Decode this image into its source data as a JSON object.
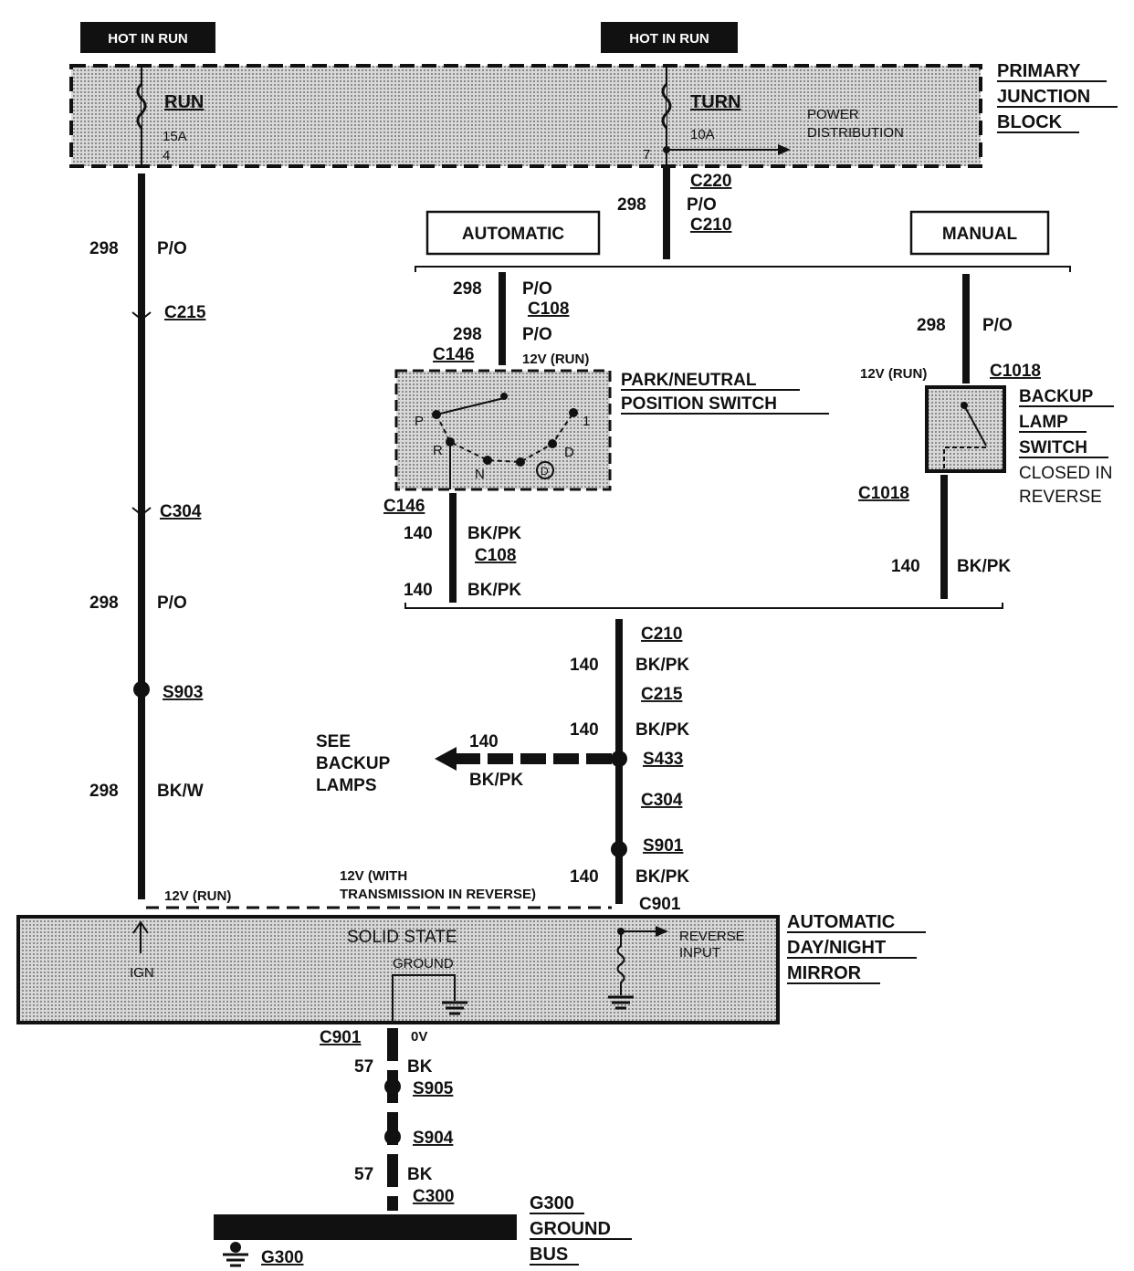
{
  "hot_in_run_left": "HOT IN RUN",
  "hot_in_run_right": "HOT IN RUN",
  "pjb": {
    "title": [
      "PRIMARY",
      "JUNCTION",
      "BLOCK"
    ],
    "fuse_run": {
      "name": "RUN",
      "rating": "15A",
      "pin": "4"
    },
    "fuse_turn": {
      "name": "TURN",
      "rating": "10A",
      "pin": "7"
    },
    "power_distribution": [
      "POWER",
      "DISTRIBUTION"
    ]
  },
  "left_branch": {
    "w1_num": "298",
    "w1_color": "P/O",
    "c215": "C215",
    "c304": "C304",
    "w2_num": "298",
    "w2_color": "P/O",
    "s903": "S903",
    "w3_num": "298",
    "w3_color": "BK/W",
    "voltage": "12V (RUN)"
  },
  "center_top": {
    "c220": "C220",
    "w_num": "298",
    "w_color": "P/O",
    "c210": "C210"
  },
  "automatic": {
    "box_label": "AUTOMATIC",
    "w1_num": "298",
    "w1_color": "P/O",
    "c108": "C108",
    "w2_num": "298",
    "w2_color": "P/O",
    "c146": "C146",
    "voltage": "12V (RUN)",
    "switch_title": [
      "PARK/NEUTRAL",
      "POSITION SWITCH"
    ],
    "positions": [
      "P",
      "R",
      "N",
      "D",
      "1"
    ],
    "overdrive": "D",
    "c146_bottom": "C146",
    "w3_num": "140",
    "w3_color": "BK/PK",
    "c108_bottom": "C108",
    "w4_num": "140",
    "w4_color": "BK/PK"
  },
  "manual": {
    "box_label": "MANUAL",
    "w1_num": "298",
    "w1_color": "P/O",
    "voltage": "12V (RUN)",
    "c1018_top": "C1018",
    "switch_title": [
      "BACKUP",
      "LAMP",
      "SWITCH"
    ],
    "switch_note": [
      "CLOSED IN",
      "REVERSE"
    ],
    "c1018_bottom": "C1018",
    "w2_num": "140",
    "w2_color": "BK/PK"
  },
  "center_bottom": {
    "c210": "C210",
    "w1_num": "140",
    "w1_color": "BK/PK",
    "c215": "C215",
    "w2_num": "140",
    "w2_color": "BK/PK",
    "s433": "S433",
    "backup_num": "140",
    "backup_color": "BK/PK",
    "see_backup": [
      "SEE",
      "BACKUP",
      "LAMPS"
    ],
    "c304": "C304",
    "s901": "S901",
    "w3_num": "140",
    "w3_color": "BK/PK",
    "c901": "C901",
    "voltage": [
      "12V (WITH",
      "TRANSMISSION IN REVERSE)"
    ]
  },
  "mirror": {
    "title": [
      "AUTOMATIC",
      "DAY/NIGHT",
      "MIRROR"
    ],
    "solid_state": "SOLID STATE",
    "ign": "IGN",
    "ground": "GROUND",
    "reverse_input": [
      "REVERSE",
      "INPUT"
    ]
  },
  "ground_path": {
    "c901": "C901",
    "zero_v": "0V",
    "w1_num": "57",
    "w1_color": "BK",
    "s905": "S905",
    "s904": "S904",
    "w2_num": "57",
    "w2_color": "BK",
    "c300": "C300",
    "bus_title": [
      "G300",
      "GROUND",
      "BUS"
    ],
    "g300": "G300"
  },
  "colors": {
    "shade": "#c4c4c4",
    "ink": "#111111"
  }
}
